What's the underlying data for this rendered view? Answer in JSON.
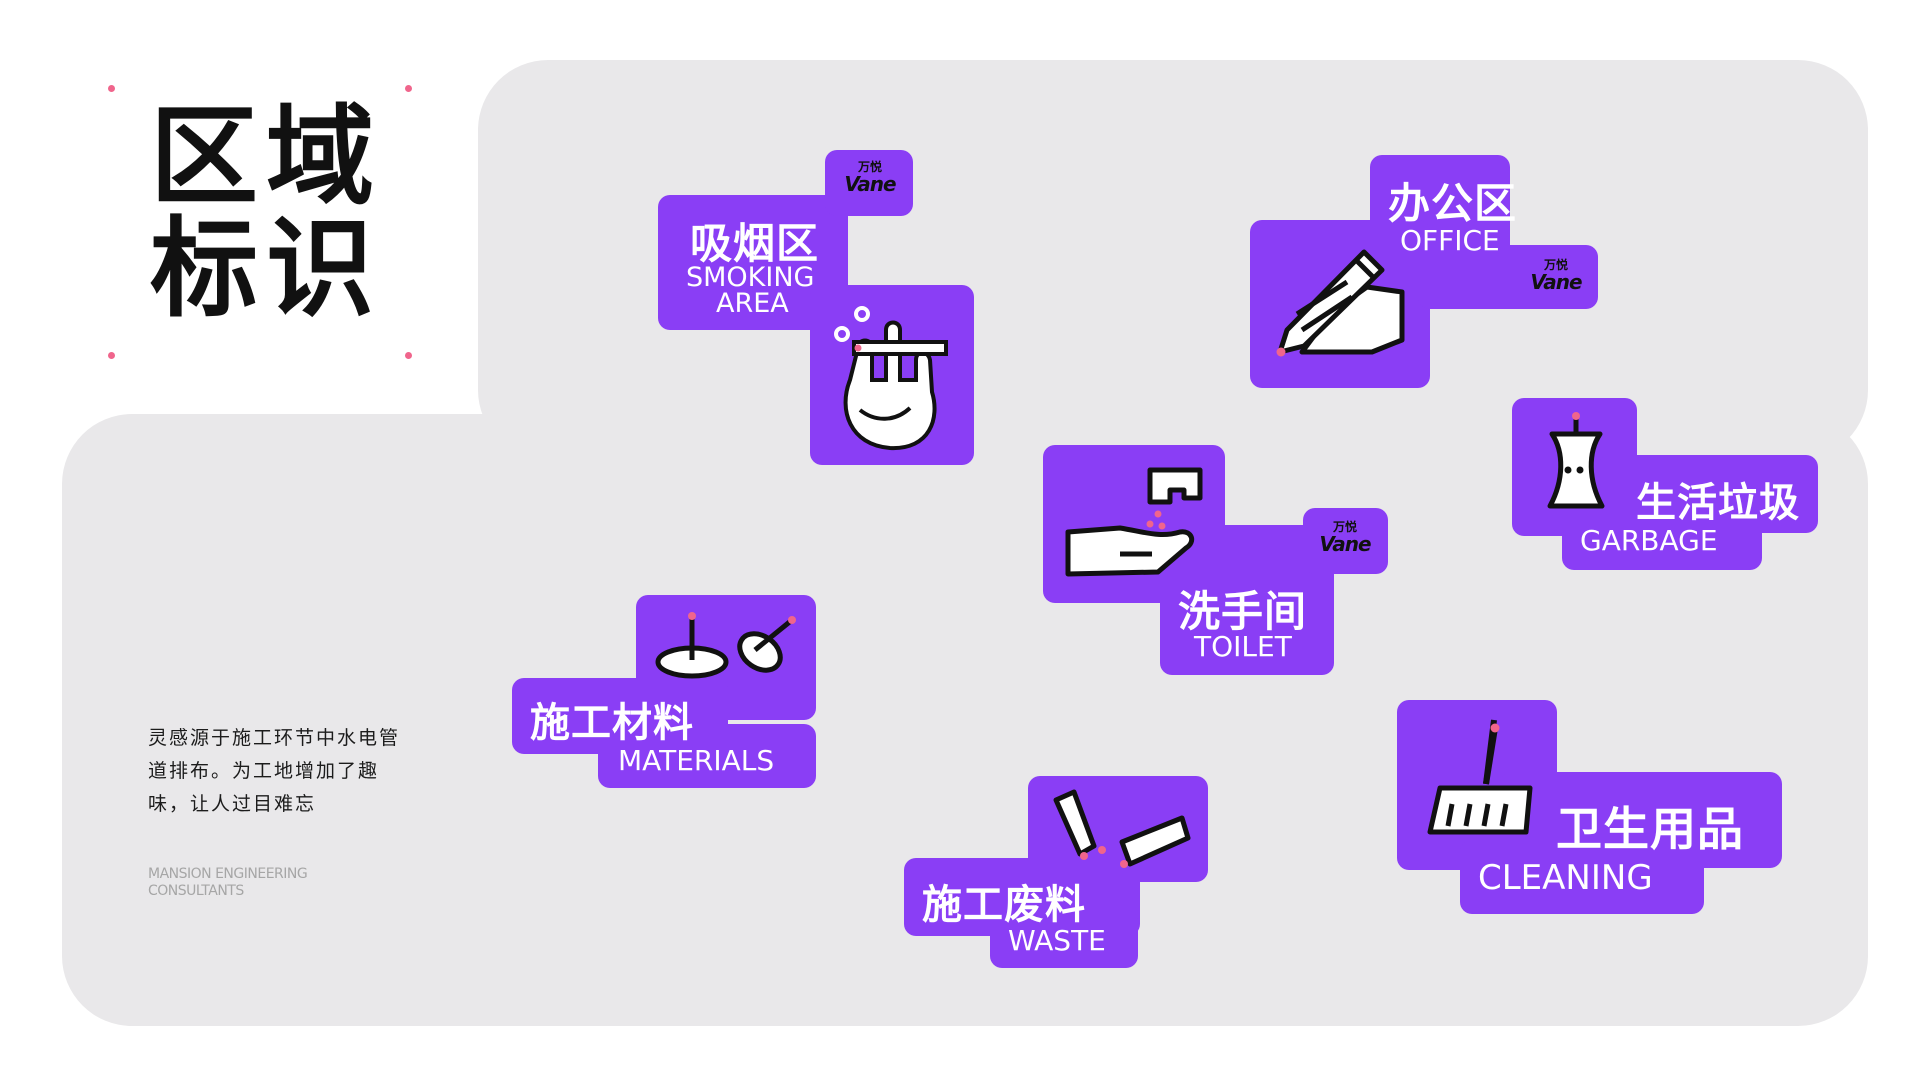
{
  "title": {
    "line1": "区域",
    "line2": "标识"
  },
  "description": "灵感源于施工环节中水电管道排布。为工地增加了趣味，让人过目难忘",
  "company": "MANSION ENGINEERING CONSULTANTS",
  "brand_logo": {
    "zh": "万悦",
    "en": "Vane"
  },
  "signs": {
    "smoking": {
      "zh": "吸烟区",
      "en_line1": "SMOKING",
      "en_line2": "AREA"
    },
    "office": {
      "zh": "办公区",
      "en": "OFFICE"
    },
    "toilet": {
      "zh": "洗手间",
      "en": "TOILET"
    },
    "garbage": {
      "zh": "生活垃圾",
      "en": "GARBAGE"
    },
    "materials": {
      "zh": "施工材料",
      "en": "MATERIALS"
    },
    "waste": {
      "zh": "施工废料",
      "en": "WASTE"
    },
    "cleaning": {
      "zh": "卫生用品",
      "en": "CLEANING"
    }
  },
  "colors": {
    "sign_purple": "#8a3ef5",
    "panel_gray": "#e9e8ea",
    "accent_pink": "#f0658c"
  }
}
